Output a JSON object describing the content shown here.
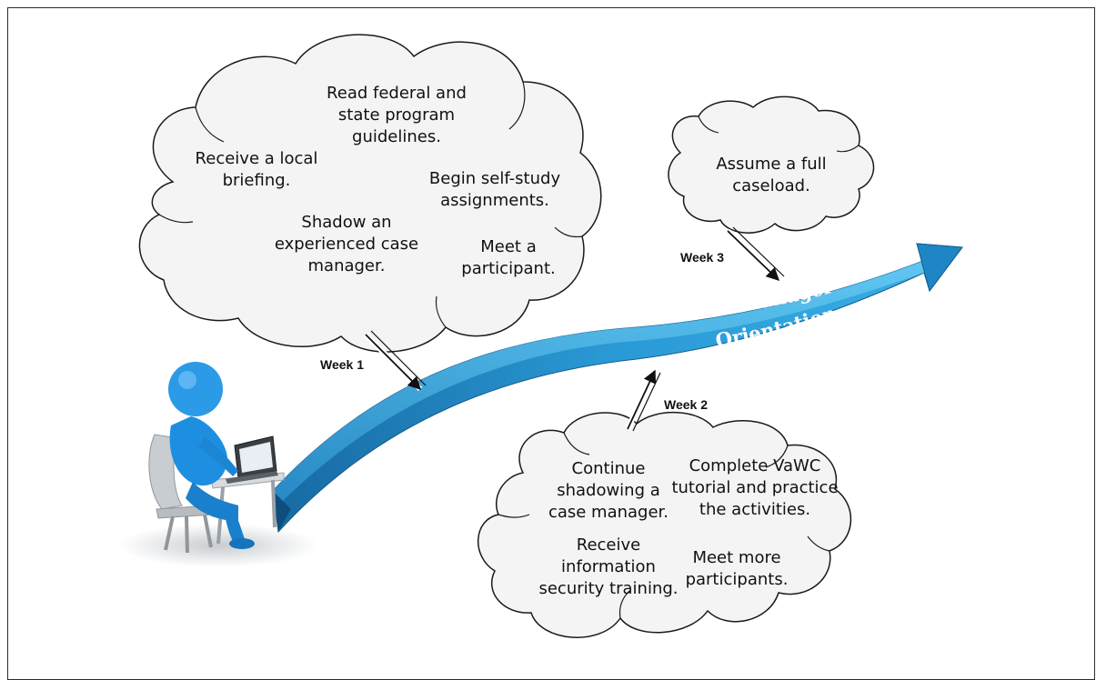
{
  "banner": {
    "line1": "Case Manager",
    "line2": "Orientation"
  },
  "week1": {
    "label": "Week 1",
    "items": [
      {
        "lines": [
          "Read federal and",
          "state program",
          "guidelines."
        ]
      },
      {
        "lines": [
          "Receive a local",
          "briefing."
        ]
      },
      {
        "lines": [
          "Begin self-study",
          "assignments."
        ]
      },
      {
        "lines": [
          "Shadow an",
          "experienced case",
          "manager."
        ]
      },
      {
        "lines": [
          "Meet a",
          "participant."
        ]
      }
    ]
  },
  "week2": {
    "label": "Week 2",
    "items": [
      {
        "lines": [
          "Continue",
          "shadowing a",
          "case manager."
        ]
      },
      {
        "lines": [
          "Complete VaWC",
          "tutorial and practice",
          "the activities."
        ]
      },
      {
        "lines": [
          "Receive",
          "information",
          "security training."
        ]
      },
      {
        "lines": [
          "Meet more",
          "participants."
        ]
      }
    ]
  },
  "week3": {
    "label": "Week 3",
    "items": [
      {
        "lines": [
          "Assume a full",
          "caseload."
        ]
      }
    ]
  },
  "colors": {
    "arrow_dark": "#1b6fa8",
    "arrow_light": "#3fb3e6",
    "person": "#1e90e0",
    "cloud_fill": "#f4f4f4",
    "cloud_stroke": "#1a1a1a"
  }
}
